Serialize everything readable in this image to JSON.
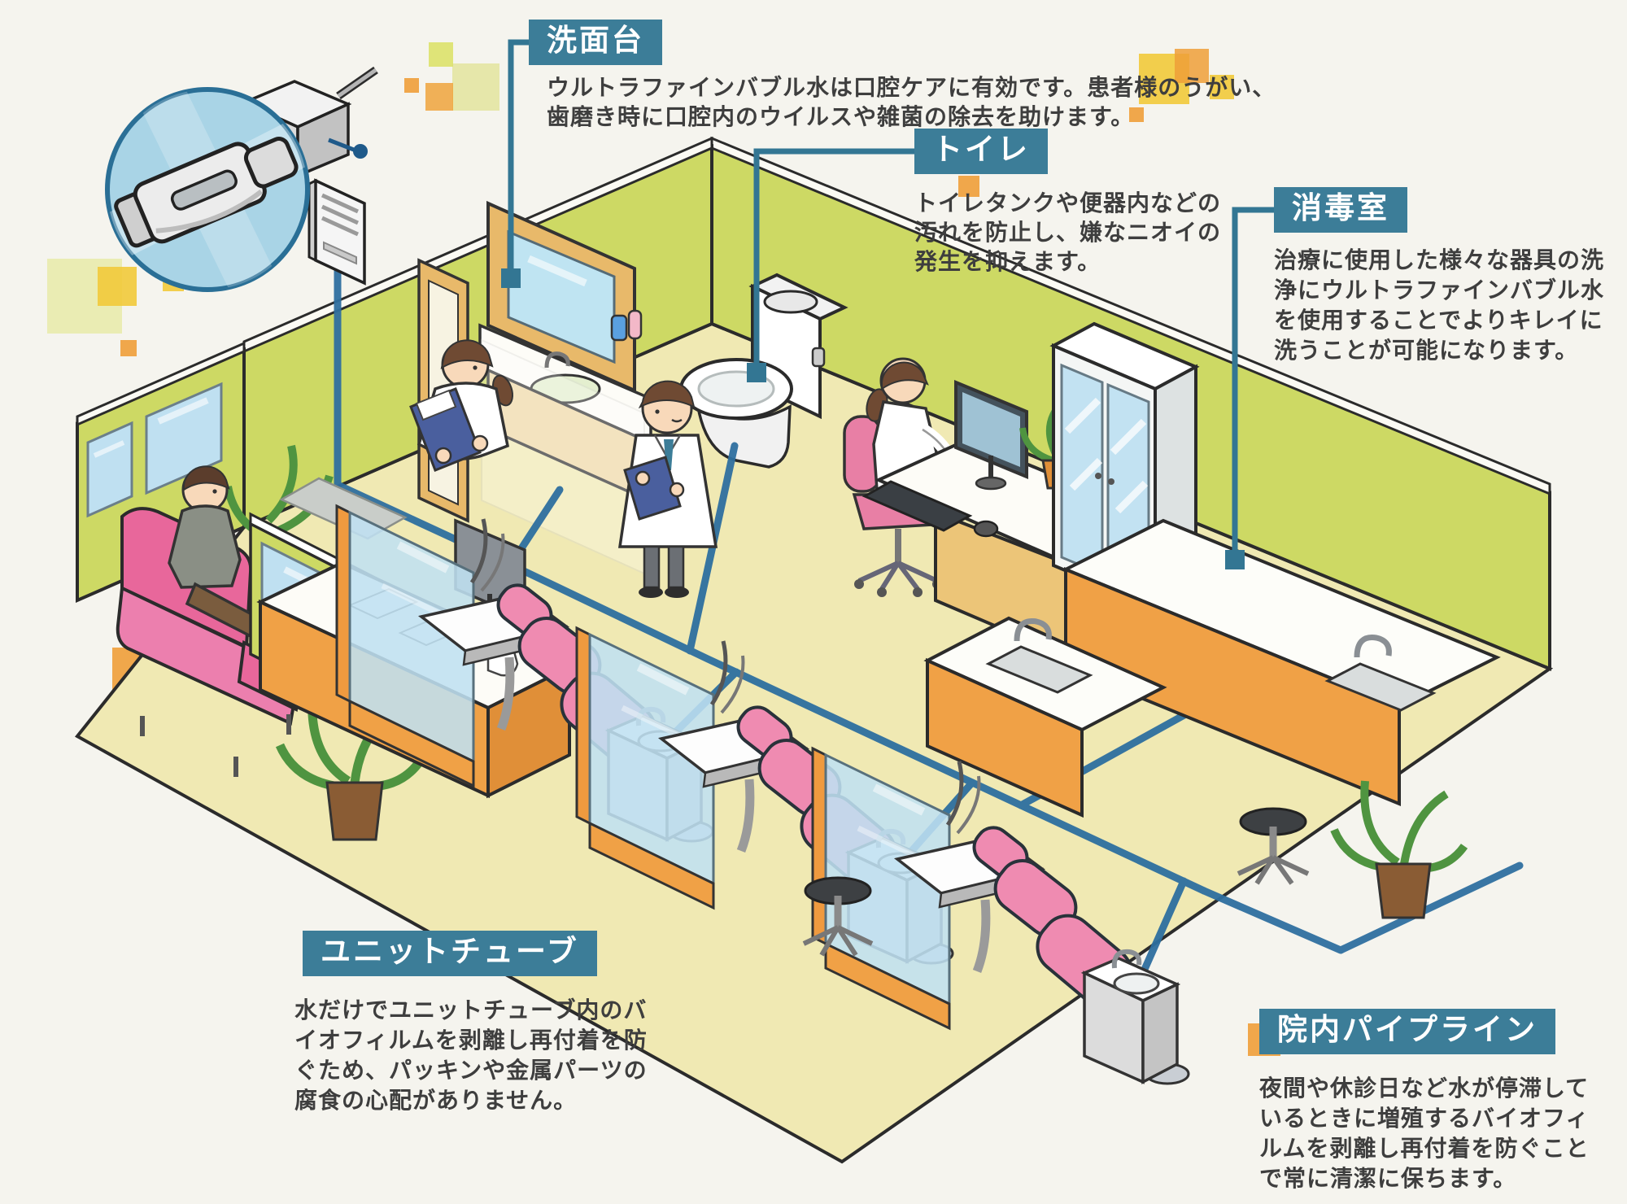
{
  "callouts": {
    "washstand": {
      "title": "洗面台",
      "body": [
        "ウルトラファインバブル水は口腔ケアに有効です。患者様のうがい、",
        "歯磨き時に口腔内のウイルスや雑菌の除去を助けます。"
      ]
    },
    "toilet": {
      "title": "トイレ",
      "body": [
        "トイレタンクや便器内などの",
        "汚れを防止し、嫌なニオイの",
        "発生を抑えます。"
      ]
    },
    "sterilization": {
      "title": "消毒室",
      "body": [
        "治療に使用した様々な器具の洗",
        "浄にウルトラファインバブル水",
        "を使用することでよりキレイに",
        "洗うことが可能になります。"
      ]
    },
    "unit_tube": {
      "title": "ユニットチューブ",
      "body": [
        "水だけでユニットチューブ内のバ",
        "イオフィルムを剥離し再付着を防",
        "ぐため、パッキンや金属パーツの",
        "腐食の心配がありません。"
      ]
    },
    "pipeline": {
      "title": "院内パイプライン",
      "body": [
        "夜間や休診日など水が停滞して",
        "いるときに増殖するバイオフィ",
        "ルムを剥離し再付着を防ぐこと",
        "で常に清潔に保ちます。"
      ]
    }
  },
  "palette": {
    "label_teal": "#3c7d98",
    "connector_teal": "#337693",
    "wall_green": "#cdd964",
    "floor_yellow": "#f0e9b3",
    "furniture_orange": "#f0a146",
    "chair_pink": "#ef8bb1",
    "sofa_pink": "#e8679b",
    "pipe_blue": "#2e6f9f",
    "glass_blue": "#bfe0f1",
    "square_yellow": "#f2ca3a",
    "square_orange": "#ef9f38",
    "body_text": "#3e3e3e",
    "background": "#f5f4ee"
  }
}
